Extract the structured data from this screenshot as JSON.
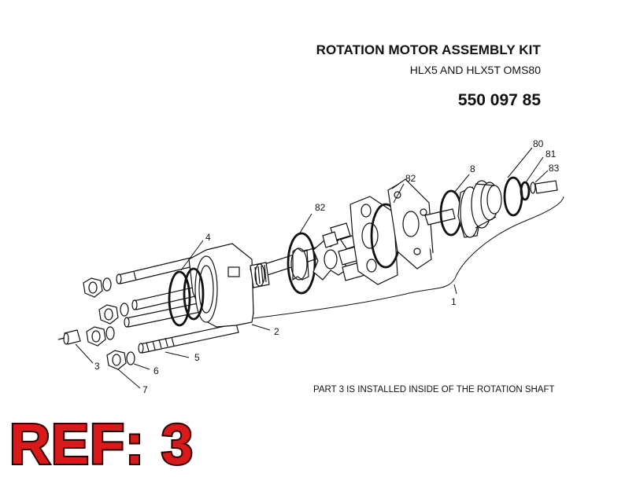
{
  "header": {
    "title": "ROTATION MOTOR ASSEMBLY KIT",
    "subtitle": "HLX5 AND HLX5T OMS80",
    "part_number": "550 097 85"
  },
  "note": "PART 3 IS INSTALLED INSIDE OF THE ROTATION SHAFT",
  "ref_label": "REF: 3",
  "callouts": {
    "c1": "1",
    "c2": "2",
    "c3": "3",
    "c4": "4",
    "c5": "5",
    "c6": "6",
    "c7": "7",
    "c8": "8",
    "c80": "80",
    "c81": "81",
    "c82a": "82",
    "c82b": "82",
    "c83": "83"
  },
  "colors": {
    "ref_red": "#d81a1a",
    "line": "#111111"
  }
}
